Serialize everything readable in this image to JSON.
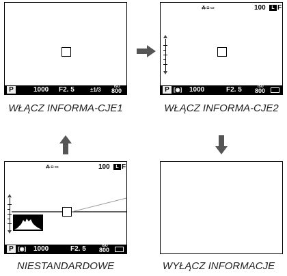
{
  "panels": {
    "p1": {
      "caption": "WŁĄCZ INFORMA-CJE1",
      "bar": {
        "mode": "P",
        "shutter": "1000",
        "aperture": "F2. 5",
        "ev": "±1/3",
        "iso_label": "ISO",
        "iso": "800"
      }
    },
    "p2": {
      "caption": "WŁĄCZ INFORMA-CJE2",
      "top": {
        "icons": "⁂ ◘ ▭",
        "shots": "100",
        "quality": "L",
        "format": "F"
      },
      "bar": {
        "mode": "P",
        "meter": "[◉]",
        "shutter": "1000",
        "aperture": "F2. 5",
        "iso_label": "ISO",
        "iso": "800"
      }
    },
    "p3": {
      "caption": "NIESTANDARDOWE",
      "top": {
        "icons": "⁂ ◘ ▭",
        "shots": "100",
        "quality": "L",
        "format": "F"
      },
      "bar": {
        "mode": "P",
        "meter": "[◉]",
        "shutter": "1000",
        "aperture": "F2. 5",
        "iso_label": "ISO",
        "iso": "800"
      }
    },
    "p4": {
      "caption": "WYŁĄCZ INFORMACJE"
    }
  },
  "arrows": {
    "right": "next",
    "up": "next",
    "down": "next"
  },
  "colors": {
    "line": "#000000",
    "arrow": "#555555",
    "bar": "#000000",
    "level": "#999999"
  }
}
